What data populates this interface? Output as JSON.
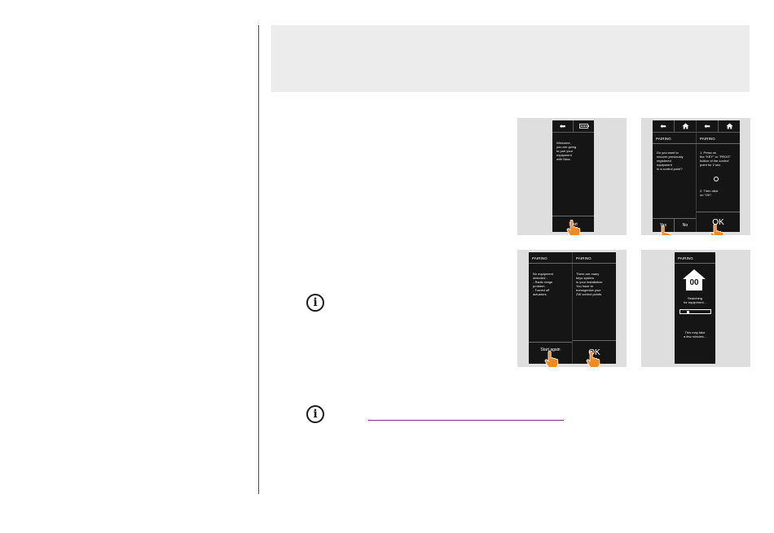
{
  "colors": {
    "accent": "#8a2a7c",
    "hand": "#f08a24",
    "screen": "#151515",
    "panel": "#dedede"
  },
  "icons": {
    "info": "info-icon",
    "back": "return-arrow-icon",
    "home": "home-icon",
    "battery": "battery-icon",
    "hand": "pointing-hand-icon"
  },
  "info_glyph": "i",
  "screens": {
    "welcome": {
      "message": "Welcome,\nyou are going\nto pair your\nequipment\nwith Nina.",
      "button": "Start"
    },
    "recover": {
      "title": "PAIRING",
      "message": "Do you want to\nrecover previously\nregistered\nequipment\nin a control point?",
      "yes": "Yes",
      "no": "No"
    },
    "press": {
      "title": "PAIRING",
      "message1": "1. Press on\nthe \"KEY\" or \"PROG\"\nbutton of the control\npoint for 2 sec.",
      "message2": "2. Then click\non \"OK\".",
      "button": "OK"
    },
    "no_equipment": {
      "title": "PAIRING",
      "message": "No equipment\ndetected :\n- Radio range\n  problem.\n- Turned off\n  actuators.",
      "button": "Start again"
    },
    "many_keys": {
      "title": "PAIRING",
      "message": "There are many\nkeys system\nin your installation.\nYou have to\nhomogenize your\nZW control points.",
      "button": "OK"
    },
    "searching": {
      "title": "PAIRING",
      "house_count": "00",
      "searching": "Searching\nfor equipment...",
      "progress": 0.2,
      "note": "This may take\na few minutes..."
    }
  }
}
